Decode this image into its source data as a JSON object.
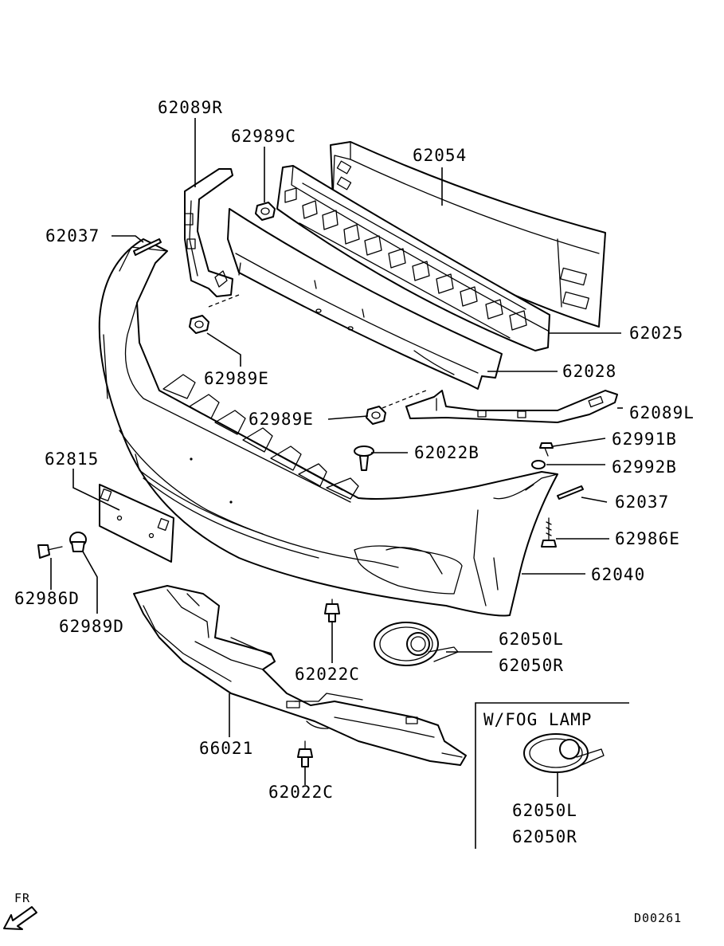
{
  "labels": {
    "p62089R": "62089R",
    "p62989C": "62989C",
    "p62054": "62054",
    "p62037_left": "62037",
    "p62025": "62025",
    "p62028": "62028",
    "p62989E_top": "62989E",
    "p62989E_mid": "62989E",
    "p62089L": "62089L",
    "p62991B": "62991B",
    "p62022B": "62022B",
    "p62992B": "62992B",
    "p62815": "62815",
    "p62037_right": "62037",
    "p62986E": "62986E",
    "p62040": "62040",
    "p62986D": "62986D",
    "p62989D": "62989D",
    "p62050L": "62050L",
    "p62050R": "62050R",
    "p62022C_upper": "62022C",
    "p62022C_lower": "62022C",
    "p66021": "66021",
    "fog_lamp_title": "W/FOG LAMP",
    "fog_62050L": "62050L",
    "fog_62050R": "62050R",
    "fr_label": "FR",
    "diagram_code": "D00261"
  }
}
